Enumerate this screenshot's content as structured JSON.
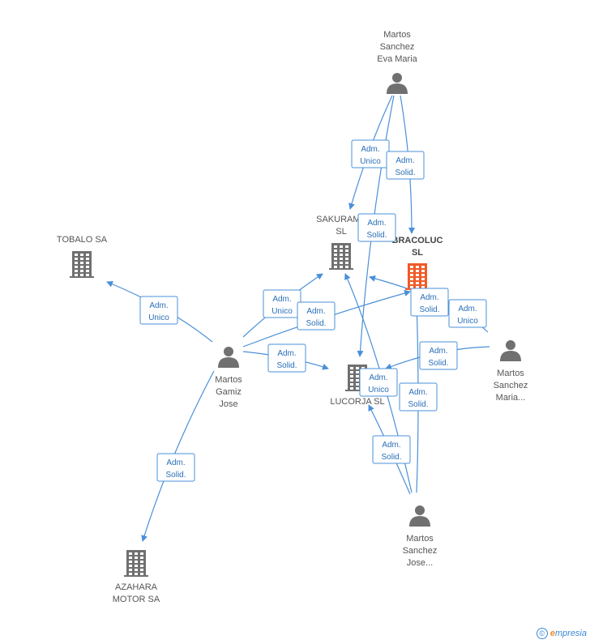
{
  "nodes": [
    {
      "id": "eva",
      "type": "person",
      "label": [
        "Martos",
        "Sanchez",
        "Eva Maria"
      ]
    },
    {
      "id": "sakurama",
      "type": "company",
      "label": [
        "SAKURAMA",
        "SL"
      ]
    },
    {
      "id": "bracoluc",
      "type": "company",
      "label": [
        "BRACOLUC",
        "SL"
      ],
      "focus": true
    },
    {
      "id": "tobalo",
      "type": "company",
      "label": [
        "TOBALO SA"
      ]
    },
    {
      "id": "gamiz",
      "type": "person",
      "label": [
        "Martos",
        "Gamiz",
        "Jose"
      ]
    },
    {
      "id": "maria",
      "type": "person",
      "label": [
        "Martos",
        "Sanchez",
        "Maria..."
      ]
    },
    {
      "id": "lucorja",
      "type": "company",
      "label": [
        "LUCORJA SL"
      ]
    },
    {
      "id": "jose",
      "type": "person",
      "label": [
        "Martos",
        "Sanchez",
        "Jose..."
      ]
    },
    {
      "id": "azahara",
      "type": "company",
      "label": [
        "AZAHARA",
        "MOTOR SA"
      ]
    }
  ],
  "edges": [
    {
      "from": "eva",
      "to": "sakurama",
      "label": [
        "Adm.",
        "Unico"
      ]
    },
    {
      "from": "eva",
      "to": "bracoluc",
      "label": [
        "Adm.",
        "Solid."
      ]
    },
    {
      "from": "eva",
      "to": "lucorja",
      "label": [
        "Adm.",
        "Solid."
      ]
    },
    {
      "from": "gamiz",
      "to": "tobalo",
      "label": [
        "Adm.",
        "Unico"
      ]
    },
    {
      "from": "gamiz",
      "to": "sakurama",
      "label": [
        "Adm.",
        "Unico"
      ]
    },
    {
      "from": "gamiz",
      "to": "bracoluc",
      "label": [
        "Adm.",
        "Solid."
      ]
    },
    {
      "from": "gamiz",
      "to": "lucorja",
      "label": [
        "Adm.",
        "Solid."
      ]
    },
    {
      "from": "gamiz",
      "to": "azahara",
      "label": [
        "Adm.",
        "Solid."
      ]
    },
    {
      "from": "maria",
      "to": "sakurama",
      "label": [
        "Adm.",
        "Unico"
      ]
    },
    {
      "from": "maria",
      "to": "bracoluc",
      "label": [
        "Adm.",
        "Solid."
      ]
    },
    {
      "from": "maria",
      "to": "lucorja",
      "label": [
        "Adm.",
        "Solid."
      ]
    },
    {
      "from": "jose",
      "to": "sakurama",
      "label": [
        "Adm.",
        "Unico"
      ]
    },
    {
      "from": "jose",
      "to": "bracoluc",
      "label": [
        "Adm.",
        "Solid."
      ]
    },
    {
      "from": "jose",
      "to": "lucorja",
      "label": [
        "Adm.",
        "Solid."
      ]
    }
  ],
  "colors": {
    "edge": "#4a90d9",
    "node": "#707070",
    "focus": "#f05a28"
  },
  "footer": {
    "copyright": "©",
    "brand_e": "e",
    "brand_rest": "mpresia"
  }
}
